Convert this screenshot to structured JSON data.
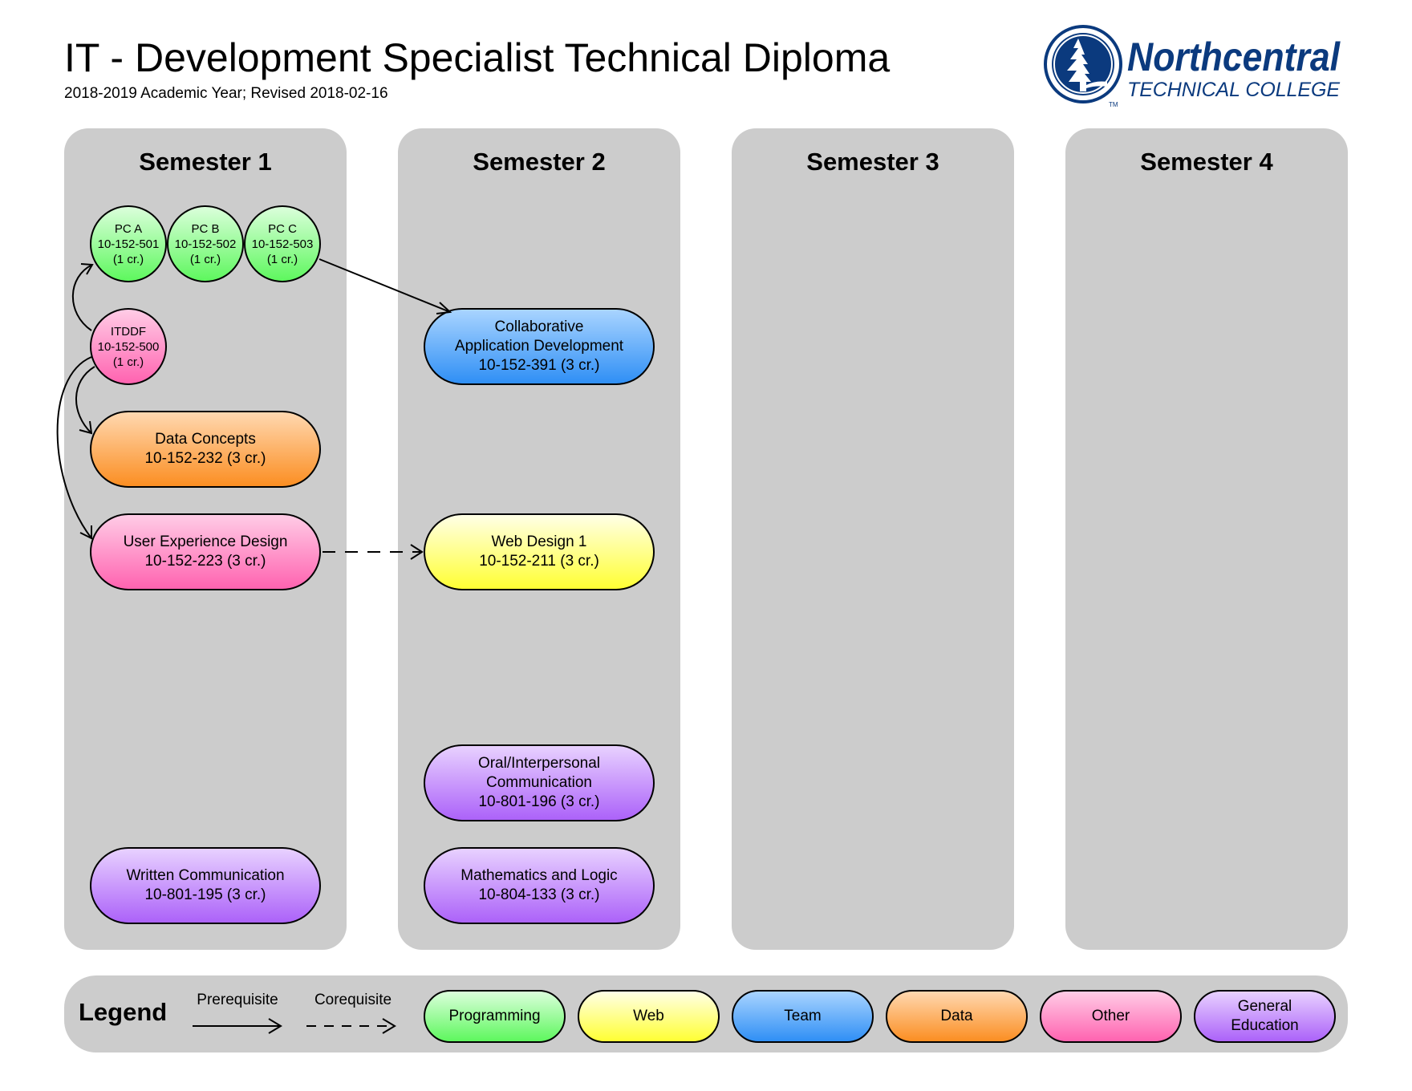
{
  "header": {
    "title": "IT - Development Specialist Technical Diploma",
    "subtitle": "2018-2019 Academic Year; Revised 2018-02-16"
  },
  "logo": {
    "icon": "pine-tree-seal-icon",
    "name": "Northcentral",
    "tagline": "TECHNICAL COLLEGE",
    "trademark": "TM",
    "color": "#0b3a7e"
  },
  "semesters": [
    {
      "label": "Semester 1"
    },
    {
      "label": "Semester 2"
    },
    {
      "label": "Semester 3"
    },
    {
      "label": "Semester 4"
    }
  ],
  "courses": {
    "pc_a": {
      "name": "PC A",
      "code": "10-152-501",
      "credits": "(1 cr.)",
      "category": "Programming"
    },
    "pc_b": {
      "name": "PC B",
      "code": "10-152-502",
      "credits": "(1 cr.)",
      "category": "Programming"
    },
    "pc_c": {
      "name": "PC C",
      "code": "10-152-503",
      "credits": "(1 cr.)",
      "category": "Programming"
    },
    "itddf": {
      "name": "ITDDF",
      "code": "10-152-500",
      "credits": "(1 cr.)",
      "category": "Other"
    },
    "data_concepts": {
      "name": "Data Concepts",
      "code_credits": "10-152-232 (3 cr.)",
      "category": "Data"
    },
    "ux_design": {
      "name": "User Experience Design",
      "code_credits": "10-152-223 (3 cr.)",
      "category": "Other"
    },
    "written_comm": {
      "name": "Written Communication",
      "code_credits": "10-801-195 (3 cr.)",
      "category": "General Education"
    },
    "collab_app_dev": {
      "name_line1": "Collaborative",
      "name_line2": "Application Development",
      "code_credits": "10-152-391 (3 cr.)",
      "category": "Team"
    },
    "web_design_1": {
      "name": "Web Design 1",
      "code_credits": "10-152-211 (3 cr.)",
      "category": "Web"
    },
    "oral_comm": {
      "name_line1": "Oral/Interpersonal",
      "name_line2": "Communication",
      "code_credits": "10-801-196 (3 cr.)",
      "category": "General Education"
    },
    "math_logic": {
      "name": "Mathematics and Logic",
      "code_credits": "10-804-133 (3 cr.)",
      "category": "General Education"
    }
  },
  "relations": [
    {
      "from": "ITDDF",
      "to": "PC A",
      "type": "Prerequisite"
    },
    {
      "from": "ITDDF",
      "to": "Data Concepts",
      "type": "Prerequisite"
    },
    {
      "from": "ITDDF",
      "to": "User Experience Design",
      "type": "Prerequisite"
    },
    {
      "from": "PC C",
      "to": "Collaborative Application Development",
      "type": "Prerequisite"
    },
    {
      "from": "User Experience Design",
      "to": "Web Design 1",
      "type": "Corequisite"
    }
  ],
  "legend": {
    "title": "Legend",
    "prerequisite": "Prerequisite",
    "corequisite": "Corequisite",
    "categories": [
      {
        "label": "Programming",
        "color_top": "#dbffdb",
        "color_bottom": "#5ef75e"
      },
      {
        "label": "Web",
        "color_top": "#ffffe6",
        "color_bottom": "#ffff33"
      },
      {
        "label": "Team",
        "color_top": "#a9d4ff",
        "color_bottom": "#2f8ff5"
      },
      {
        "label": "Data",
        "color_top": "#ffd8b0",
        "color_bottom": "#fb8e22"
      },
      {
        "label": "Other",
        "color_top": "#ffcce6",
        "color_bottom": "#ff63b0"
      },
      {
        "label_line1": "General",
        "label_line2": "Education",
        "color_top": "#e8d1ff",
        "color_bottom": "#ac62f9"
      }
    ]
  }
}
